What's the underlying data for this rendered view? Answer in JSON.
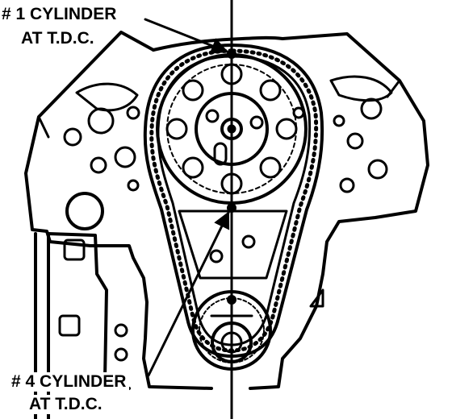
{
  "labels": {
    "top_line1": "# 1 CYLINDER",
    "top_line2": "AT T.D.C.",
    "bottom_line1": "# 4 CYLINDER",
    "bottom_line2": "AT T.D.C."
  },
  "colors": {
    "ink": "#000000",
    "paper": "#ffffff"
  }
}
